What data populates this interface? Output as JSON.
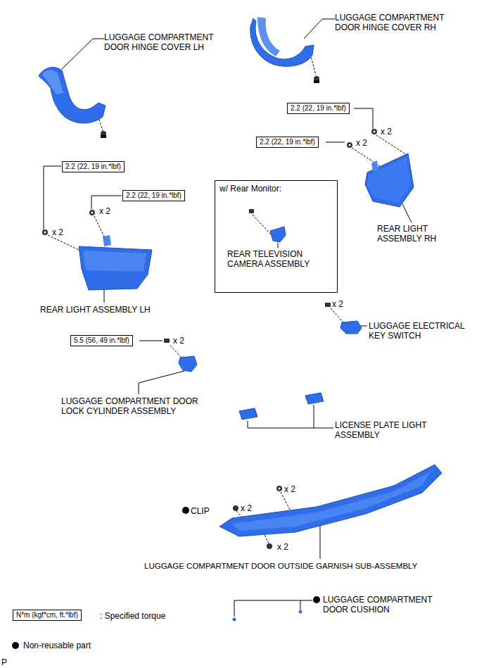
{
  "diagram": {
    "nodes": [
      {
        "text": [
          "2.2 (22, 19 in.*lbf)"
        ]
      },
      {
        "text": [
          "2.2 (22, 19 in.*lbf)"
        ]
      },
      {
        "text": [
          "2.2 (22, 19 in.*lbf)"
        ]
      },
      {
        "text": [
          "2.2 (22, 19 in.*lbf)"
        ]
      },
      {
        "text": [
          "w/ Rear Monitor:",
          "REAR TELEVISION CAMERA ASSEMBLY"
        ]
      },
      {
        "text": [
          "5.5 (56, 49 in.*lbf)"
        ]
      },
      {
        "text": [
          "N*m (kgf*cm, ft.*lbf)"
        ]
      }
    ],
    "labels": [
      "LUGGAGE COMPARTMENT DOOR HINGE COVER LH",
      "LUGGAGE COMPARTMENT DOOR HINGE COVER RH",
      "x 2",
      "x 2",
      "REAR LIGHT ASSEMBLY RH",
      "x 2",
      "x 2",
      "REAR LIGHT ASSEMBLY LH",
      "x 2",
      "LUGGAGE ELECTRICAL KEY SWITCH",
      "x 2",
      "LUGGAGE COMPARTMENT DOOR LOCK CYLINDER ASSEMBLY",
      "LICENSE PLATE LIGHT ASSEMBLY",
      "x 2",
      "CLIP",
      "x 2",
      "x 2",
      "LUGGAGE COMPARTMENT DOOR OUTSIDE GARNISH SUB-ASSEMBLY",
      "LUGGAGE COMPARTMENT DOOR CUSHION",
      "P"
    ],
    "legend": [
      {
        "text": ": Specified torque"
      },
      {
        "text": "Non-reusable part"
      }
    ]
  }
}
